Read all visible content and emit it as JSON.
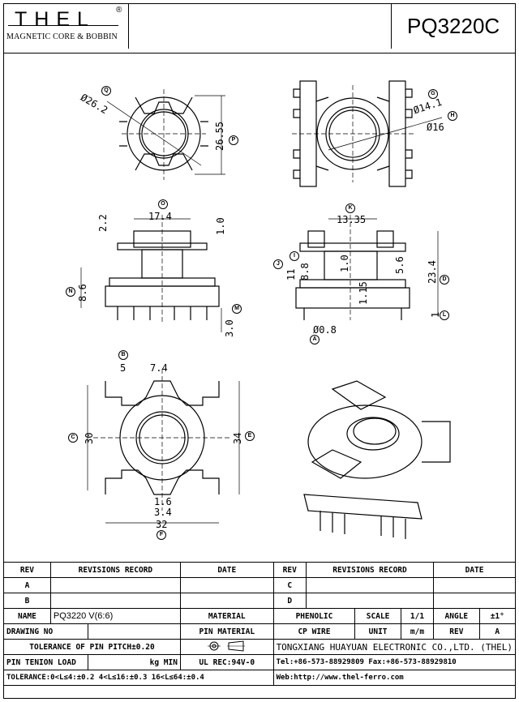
{
  "header": {
    "logo_text": "THEL",
    "logo_registered": "®",
    "logo_subtitle": "MAGNETIC CORE & BOBBIN",
    "part_number": "PQ3220C"
  },
  "dimensions": {
    "d26_2": "Ø26.2",
    "d26_55": "26.55",
    "d14_1": "Ø14.1",
    "d16": "Ø16",
    "d17_4": "17.4",
    "d2_2": "2.2",
    "d1_0a": "1.0",
    "d8_6": "8.6",
    "d3_0": "3.0",
    "d13_35": "13.35",
    "d11": "11",
    "d8_8": "8.8",
    "d1_0b": "1.0",
    "d5_6": "5.6",
    "d23_4": "23.4",
    "d1_15": "1.15",
    "d1": "1",
    "d0_8": "Ø0.8",
    "d5": "5",
    "d7_4": "7.4",
    "d30": "30",
    "d34": "34",
    "d1_6": "1.6",
    "d3_4": "3.4",
    "d32": "32"
  },
  "markers": [
    "Q",
    "P",
    "G",
    "H",
    "O",
    "N",
    "M",
    "K",
    "I",
    "J",
    "D",
    "L",
    "A",
    "B",
    "C",
    "E",
    "F"
  ],
  "revisions": {
    "col_rev": "REV",
    "col_record": "REVISIONS RECORD",
    "col_date": "DATE",
    "rows_left": [
      "A",
      "B"
    ],
    "rows_right": [
      "C",
      "D"
    ]
  },
  "info": {
    "name_label": "NAME",
    "name_value": "PQ3220 V(6:6)",
    "material_label": "MATERIAL",
    "material_value": "PHENOLIC",
    "scale_label": "SCALE",
    "scale_value": "1/1",
    "angle_label": "ANGLE",
    "angle_value": "±1°",
    "drawing_no_label": "DRAWING NO",
    "pin_material_label": "PIN MATERIAL",
    "cp_wire": "CP WIRE",
    "unit_label": "UNIT",
    "unit_value": "m/m",
    "rev_label": "REV",
    "rev_value": "A",
    "tolerance_pitch": "TOLERANCE OF PIN PITCH±0.20",
    "company": "TONGXIANG HUAYUAN ELECTRONIC CO.,LTD. (THEL)",
    "pin_tension": "PIN TENION LOAD",
    "kg_min": "kg MIN",
    "ul": "UL REC:94V-0",
    "tel": "Tel:+86-573-88929809 Fax:+86-573-88929810",
    "tolerance_line": "TOLERANCE:0<L≤4:±0.2  4<L≤16:±0.3  16<L≤64:±0.4",
    "web": "Web:http://www.thel-ferro.com"
  }
}
